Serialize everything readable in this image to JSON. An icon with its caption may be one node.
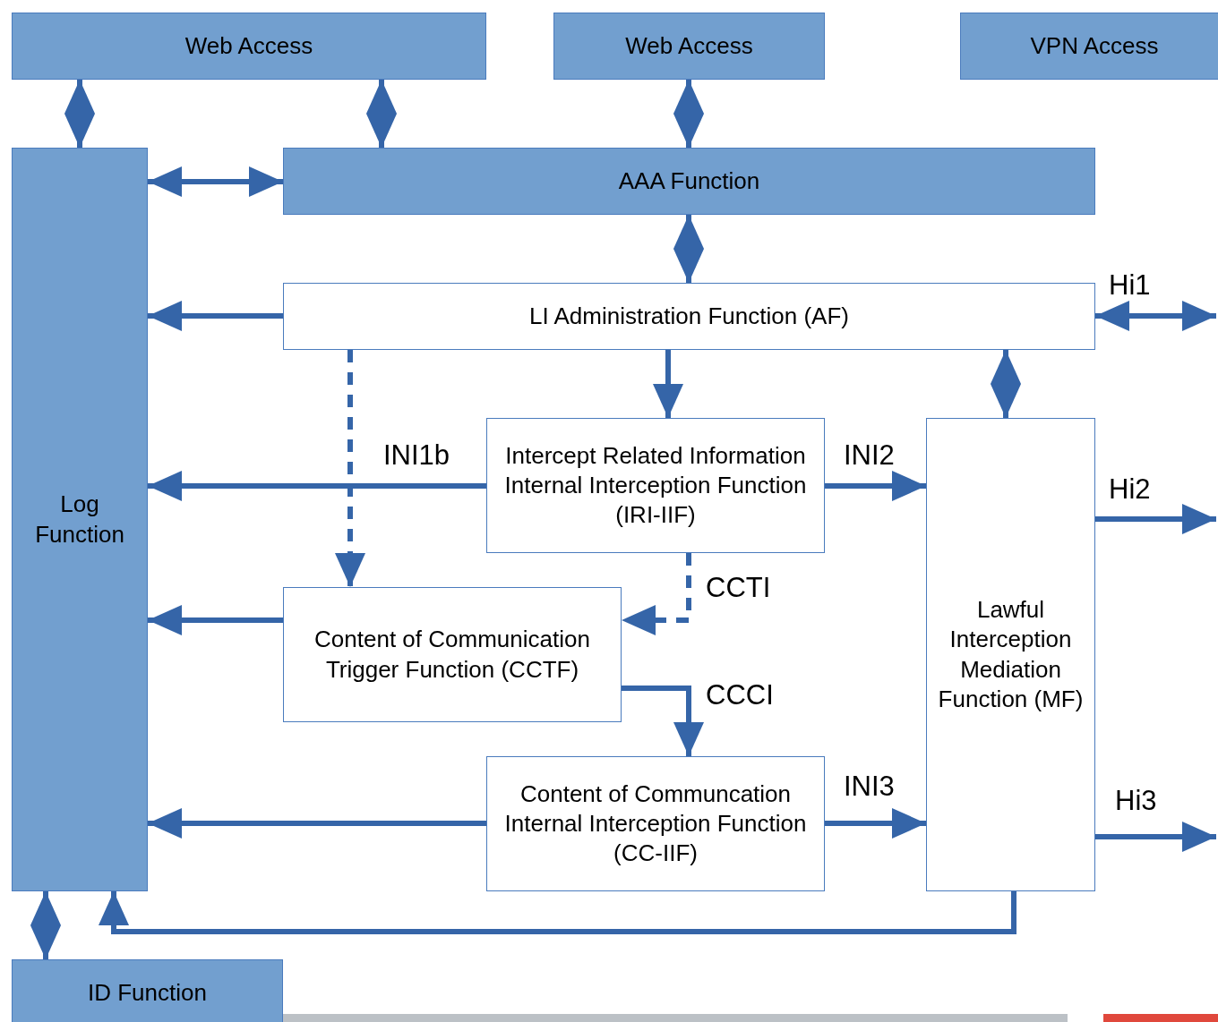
{
  "diagram": {
    "nodes": [
      {
        "text": [
          "Web Access"
        ]
      },
      {
        "text": [
          "Web Access"
        ]
      },
      {
        "text": [
          "VPN Access"
        ]
      },
      {
        "text": [
          "Log Function"
        ]
      },
      {
        "text": [
          "AAA Function"
        ]
      },
      {
        "text": [
          "LI Administration Function (AF)"
        ]
      },
      {
        "text": [
          "Intercept Related Information Internal Interception Function (IRI-IIF)"
        ]
      },
      {
        "text": [
          "Content of Communication Trigger Function (CCTF)"
        ]
      },
      {
        "text": [
          "Content of Communcation Internal Interception Function (CC-IIF)"
        ]
      },
      {
        "text": [
          "Lawful Interception Mediation Function (MF)"
        ]
      },
      {
        "text": [
          "ID Function"
        ]
      }
    ],
    "edges": [
      {
        "from": 0,
        "to": 3,
        "arrow": "both"
      },
      {
        "from": 0,
        "to": 4,
        "arrow": "both"
      },
      {
        "from": 1,
        "to": 4,
        "arrow": "both"
      },
      {
        "from": 3,
        "to": 4,
        "arrow": "both"
      },
      {
        "from": 4,
        "to": 5,
        "arrow": "both"
      },
      {
        "from": 5,
        "to": 3,
        "arrow": "to"
      },
      {
        "from": 5,
        "to": null,
        "arrow": "both",
        "label": "Hi1"
      },
      {
        "from": 5,
        "to": 6,
        "arrow": "to"
      },
      {
        "from": 5,
        "to": 7,
        "arrow": "to",
        "style": "dashed"
      },
      {
        "from": 5,
        "to": 9,
        "arrow": "both"
      },
      {
        "from": 6,
        "to": 3,
        "arrow": "to",
        "label": "INI1b"
      },
      {
        "from": 6,
        "to": 9,
        "arrow": "to",
        "label": "INI2"
      },
      {
        "from": 6,
        "to": 7,
        "arrow": "to",
        "style": "dashed",
        "label": "CCTI"
      },
      {
        "from": 7,
        "to": 3,
        "arrow": "to"
      },
      {
        "from": 7,
        "to": 8,
        "arrow": "to",
        "label": "CCCI"
      },
      {
        "from": 8,
        "to": 3,
        "arrow": "to"
      },
      {
        "from": 8,
        "to": 9,
        "arrow": "to",
        "label": "INI3"
      },
      {
        "from": 9,
        "to": null,
        "arrow": "to",
        "label": "Hi2"
      },
      {
        "from": 9,
        "to": null,
        "arrow": "to",
        "label": "Hi3"
      },
      {
        "from": 9,
        "to": 3,
        "arrow": "to"
      },
      {
        "from": 3,
        "to": 10,
        "arrow": "both"
      }
    ]
  }
}
